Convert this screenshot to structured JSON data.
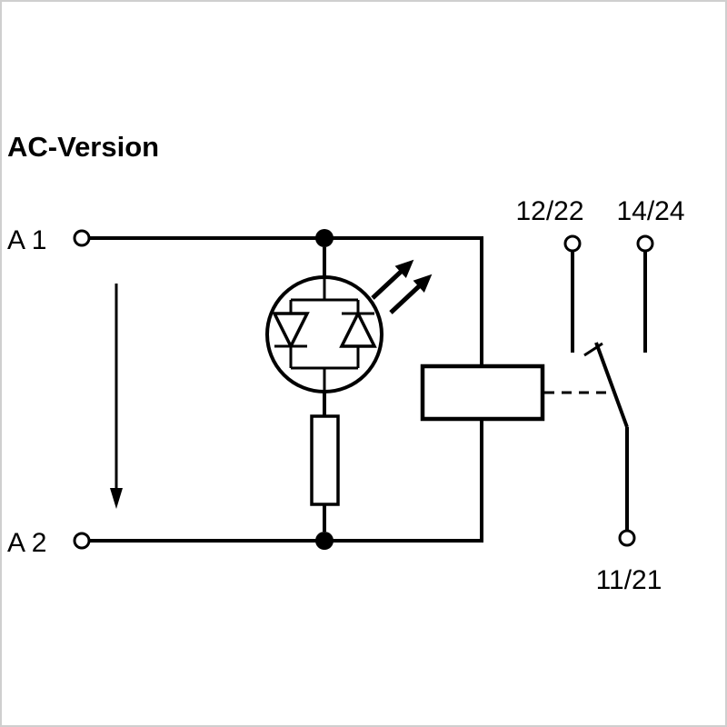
{
  "title": "AC-Version",
  "terminals": {
    "a1": {
      "label": "A 1"
    },
    "a2": {
      "label": "A 2"
    },
    "t12_22": {
      "label": "12/22"
    },
    "t14_24": {
      "label": "14/24"
    },
    "t11_21": {
      "label": "11/21"
    }
  },
  "components": {
    "led_indicator": "anti-parallel-led-indicator",
    "resistor": "series-resistor",
    "coil": "relay-coil",
    "contact": "changeover-contact",
    "polarity_arrow": "current-direction-arrow",
    "linkage": "mechanical-linkage-dashed"
  },
  "colors": {
    "line": "#000000",
    "background": "#ffffff",
    "frame": "#cfcfcf"
  }
}
